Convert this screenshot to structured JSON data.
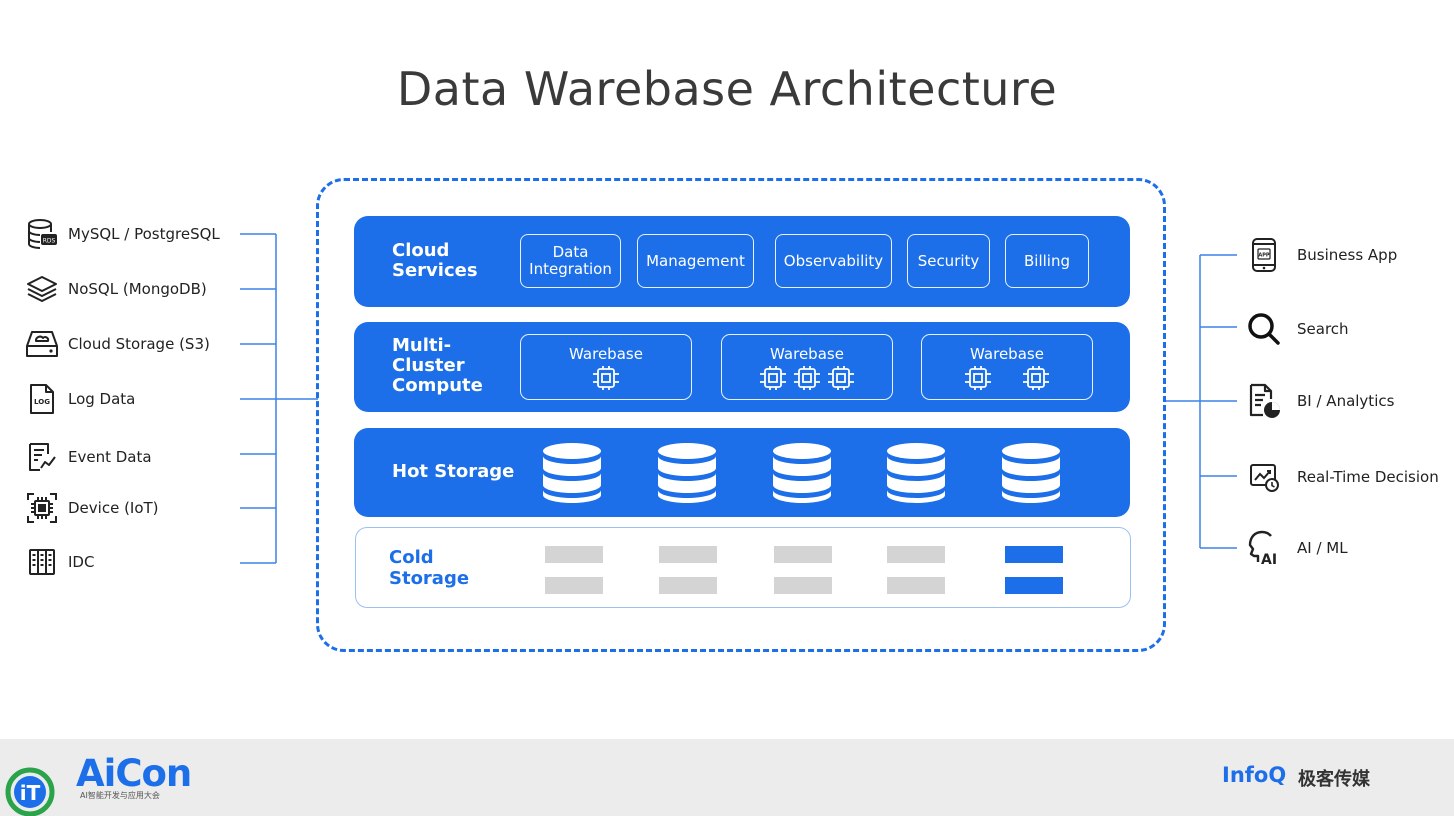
{
  "title": "Data Warebase Architecture",
  "sources": [
    {
      "label": "MySQL / PostgreSQL",
      "icon": "database-rds-icon"
    },
    {
      "label": "NoSQL (MongoDB)",
      "icon": "layers-icon"
    },
    {
      "label": "Cloud Storage (S3)",
      "icon": "cloud-drive-icon"
    },
    {
      "label": "Log Data",
      "icon": "log-file-icon"
    },
    {
      "label": "Event Data",
      "icon": "event-chart-icon"
    },
    {
      "label": "Device (IoT)",
      "icon": "chip-icon"
    },
    {
      "label": "IDC",
      "icon": "server-rack-icon"
    }
  ],
  "consumers": [
    {
      "label": "Business App",
      "icon": "mobile-app-icon"
    },
    {
      "label": "Search",
      "icon": "search-icon"
    },
    {
      "label": "BI / Analytics",
      "icon": "report-chart-icon"
    },
    {
      "label": "Real-Time Decision",
      "icon": "realtime-chart-icon"
    },
    {
      "label": "AI / ML",
      "icon": "ai-head-icon"
    }
  ],
  "layers": {
    "cloud_services": {
      "title_line1": "Cloud",
      "title_line2": "Services",
      "items": [
        {
          "line1": "Data",
          "line2": "Integration"
        },
        {
          "line1": "Management",
          "line2": ""
        },
        {
          "line1": "Observability",
          "line2": ""
        },
        {
          "line1": "Security",
          "line2": ""
        },
        {
          "line1": "Billing",
          "line2": ""
        }
      ]
    },
    "compute": {
      "title_line1": "Multi-",
      "title_line2": "Cluster",
      "title_line3": "Compute",
      "clusters": [
        {
          "label": "Warebase",
          "chips": 1
        },
        {
          "label": "Warebase",
          "chips": 3
        },
        {
          "label": "Warebase",
          "chips": 2
        }
      ]
    },
    "hot_storage": {
      "title": "Hot Storage",
      "db_count": 5
    },
    "cold_storage": {
      "title_line1": "Cold",
      "title_line2": "Storage",
      "columns": 5,
      "highlight_column": 5
    }
  },
  "colors": {
    "primary": "#1c6fe8",
    "cold_block": "#d4d4d4",
    "title_text": "#3a3a3a"
  },
  "footer": {
    "brand": "AiCon",
    "brand_sub": "AI智能开发与应用大会",
    "partner": "InfoQ",
    "partner_cn": "极客传媒"
  }
}
